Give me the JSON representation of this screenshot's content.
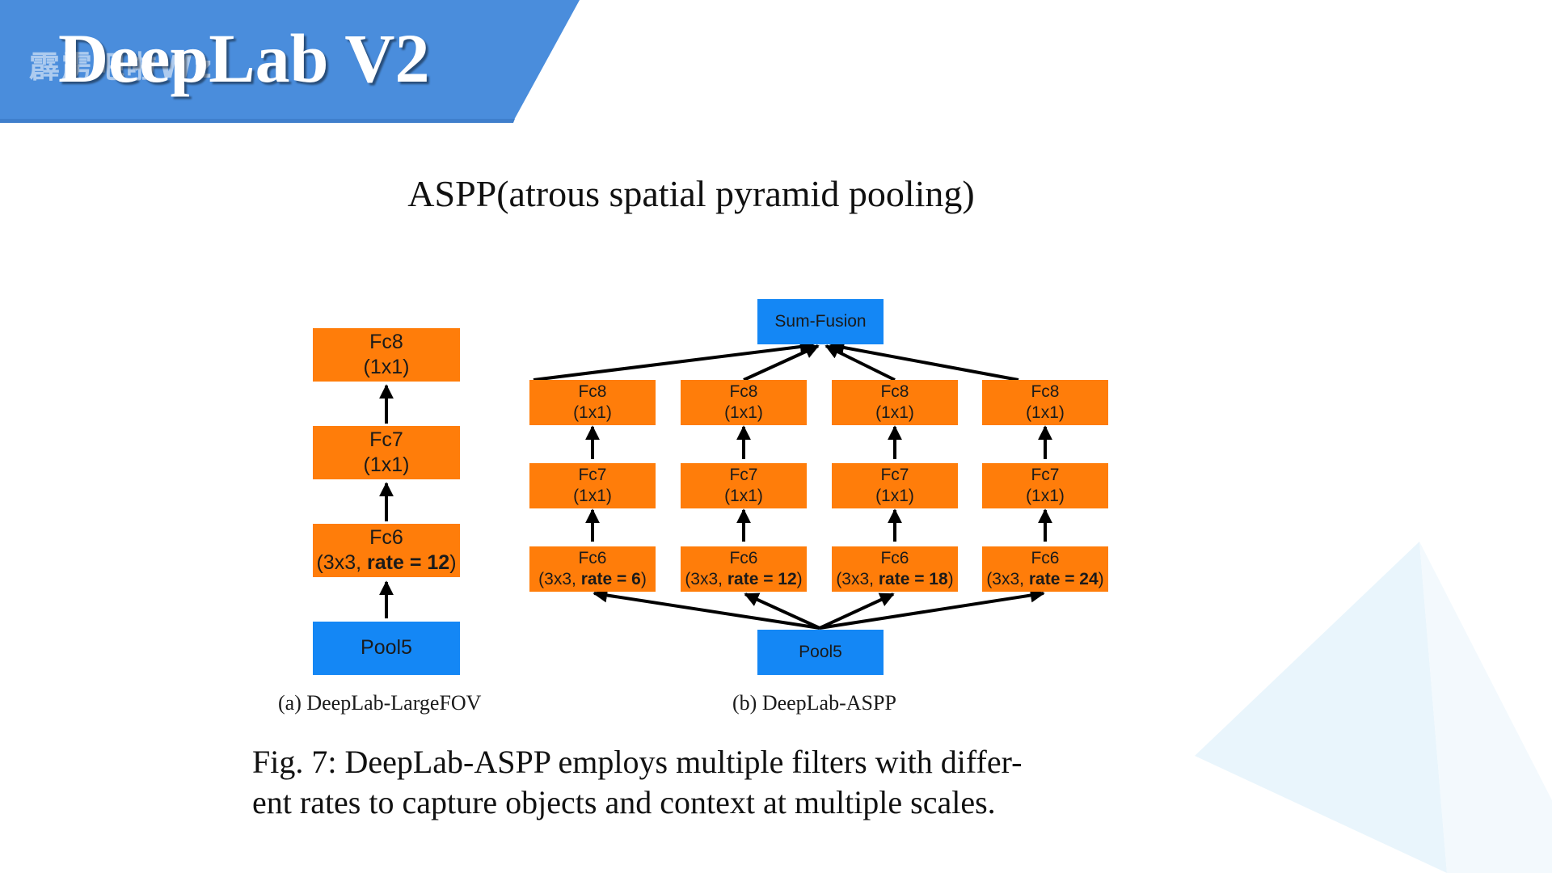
{
  "header": {
    "title": "DeepLab V2",
    "watermark": "霹雳吧啦Wz",
    "accent_color": "#4a8ddc"
  },
  "subtitle": "ASPP(atrous spatial pyramid pooling)",
  "diagram_a": {
    "caption": "(a) DeepLab-LargeFOV",
    "fc8": {
      "name": "Fc8",
      "detail": "(1x1)"
    },
    "fc7": {
      "name": "Fc7",
      "detail": "(1x1)"
    },
    "fc6": {
      "name": "Fc6",
      "detail_pre": "(3x3, ",
      "detail_bold": "rate = 12",
      "detail_post": ")"
    },
    "pool": "Pool5"
  },
  "diagram_b": {
    "caption": "(b) DeepLab-ASPP",
    "sum_fusion": "Sum-Fusion",
    "pool": "Pool5",
    "branches": [
      {
        "fc8": "Fc8",
        "fc8_detail": "(1x1)",
        "fc7": "Fc7",
        "fc7_detail": "(1x1)",
        "fc6": "Fc6",
        "fc6_pre": "(3x3, ",
        "fc6_bold": "rate = 6",
        "fc6_post": ")"
      },
      {
        "fc8": "Fc8",
        "fc8_detail": "(1x1)",
        "fc7": "Fc7",
        "fc7_detail": "(1x1)",
        "fc6": "Fc6",
        "fc6_pre": "(3x3, ",
        "fc6_bold": "rate = 12",
        "fc6_post": ")"
      },
      {
        "fc8": "Fc8",
        "fc8_detail": "(1x1)",
        "fc7": "Fc7",
        "fc7_detail": "(1x1)",
        "fc6": "Fc6",
        "fc6_pre": "(3x3, ",
        "fc6_bold": "rate = 18",
        "fc6_post": ")"
      },
      {
        "fc8": "Fc8",
        "fc8_detail": "(1x1)",
        "fc7": "Fc7",
        "fc7_detail": "(1x1)",
        "fc6": "Fc6",
        "fc6_pre": "(3x3, ",
        "fc6_bold": "rate = 24",
        "fc6_post": ")"
      }
    ]
  },
  "figure_caption": {
    "line1": "Fig. 7: DeepLab-ASPP employs multiple filters with differ-",
    "line2": "ent rates to capture objects and context at multiple scales."
  },
  "colors": {
    "orange_box": "#ff7d0a",
    "blue_box": "#1487f5",
    "banner": "#4a8ddc"
  }
}
